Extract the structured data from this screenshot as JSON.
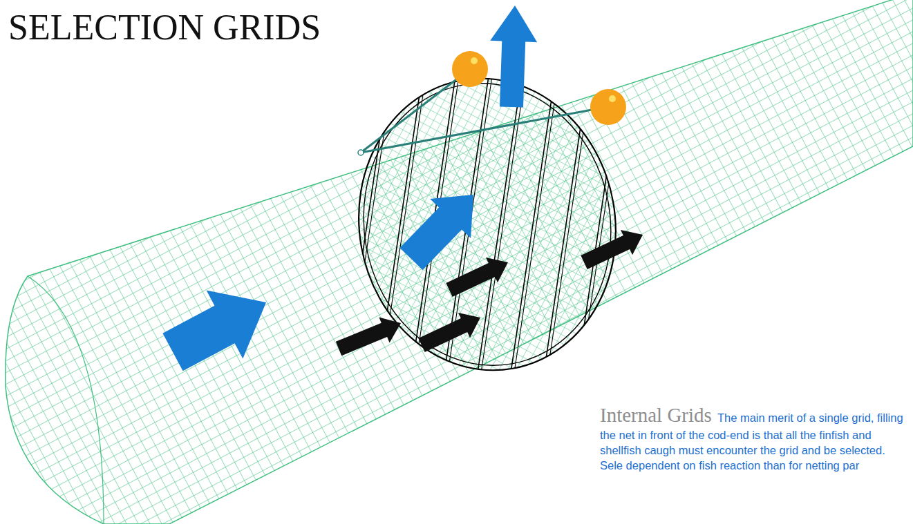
{
  "diagram": {
    "title": "SELECTION GRIDS",
    "labels": [
      "Internal Grids",
      "The main merit of a single grid, filling the net in front of the cod-end is that all the finfish and shellfish caugh must encounter the grid and be selected. Sele dependent on fish reaction than for netting par"
    ]
  }
}
